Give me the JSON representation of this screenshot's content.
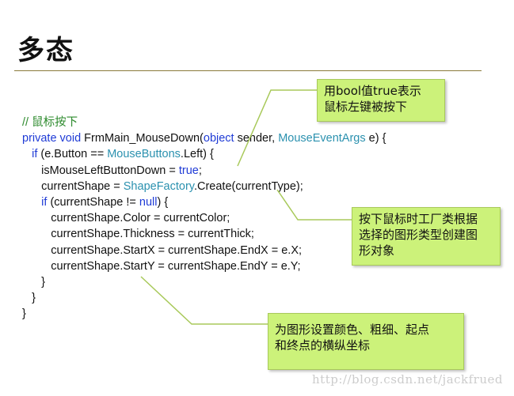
{
  "slide": {
    "title": "多态"
  },
  "code": {
    "lines": [
      [
        {
          "t": "// 鼠标按下",
          "c": "comment"
        }
      ],
      [
        {
          "t": "private void",
          "c": "kw"
        },
        {
          "t": " FrmMain_MouseDown(",
          "c": ""
        },
        {
          "t": "object",
          "c": "kw"
        },
        {
          "t": " sender, ",
          "c": ""
        },
        {
          "t": "MouseEventArgs",
          "c": "type"
        },
        {
          "t": " e) {",
          "c": ""
        }
      ],
      [
        {
          "t": "   ",
          "c": ""
        },
        {
          "t": "if",
          "c": "kw"
        },
        {
          "t": " (e.Button == ",
          "c": ""
        },
        {
          "t": "MouseButtons",
          "c": "type"
        },
        {
          "t": ".Left) {",
          "c": ""
        }
      ],
      [
        {
          "t": "      isMouseLeftButtonDown = ",
          "c": ""
        },
        {
          "t": "true",
          "c": "kw"
        },
        {
          "t": ";",
          "c": ""
        }
      ],
      [
        {
          "t": "      currentShape = ",
          "c": ""
        },
        {
          "t": "ShapeFactory",
          "c": "type"
        },
        {
          "t": ".Create(currentType);",
          "c": ""
        }
      ],
      [
        {
          "t": "      ",
          "c": ""
        },
        {
          "t": "if",
          "c": "kw"
        },
        {
          "t": " (currentShape != ",
          "c": ""
        },
        {
          "t": "null",
          "c": "kw"
        },
        {
          "t": ") {",
          "c": ""
        }
      ],
      [
        {
          "t": "         currentShape.Color = currentColor;",
          "c": ""
        }
      ],
      [
        {
          "t": "         currentShape.Thickness = currentThick;",
          "c": ""
        }
      ],
      [
        {
          "t": "         currentShape.StartX = currentShape.EndX = e.X;",
          "c": ""
        }
      ],
      [
        {
          "t": "         currentShape.StartY = currentShape.EndY = e.Y;",
          "c": ""
        }
      ],
      [
        {
          "t": "      }",
          "c": ""
        }
      ],
      [
        {
          "t": "   }",
          "c": ""
        }
      ],
      [
        {
          "t": "}",
          "c": ""
        }
      ]
    ]
  },
  "callouts": {
    "bool_note": [
      "用bool值true表示",
      "鼠标左键被按下"
    ],
    "factory_note": [
      "按下鼠标时工厂类根据",
      "选择的图形类型创建图",
      "形对象"
    ],
    "props_note": [
      "为图形设置颜色、粗细、起点",
      "和终点的横纵坐标"
    ]
  },
  "colors": {
    "keyword": "#1f3bd6",
    "type": "#2b91af",
    "comment": "#2e8b2e",
    "callout_fill": "#ccf27a"
  },
  "watermark": "http://blog.csdn.net/jackfrued"
}
